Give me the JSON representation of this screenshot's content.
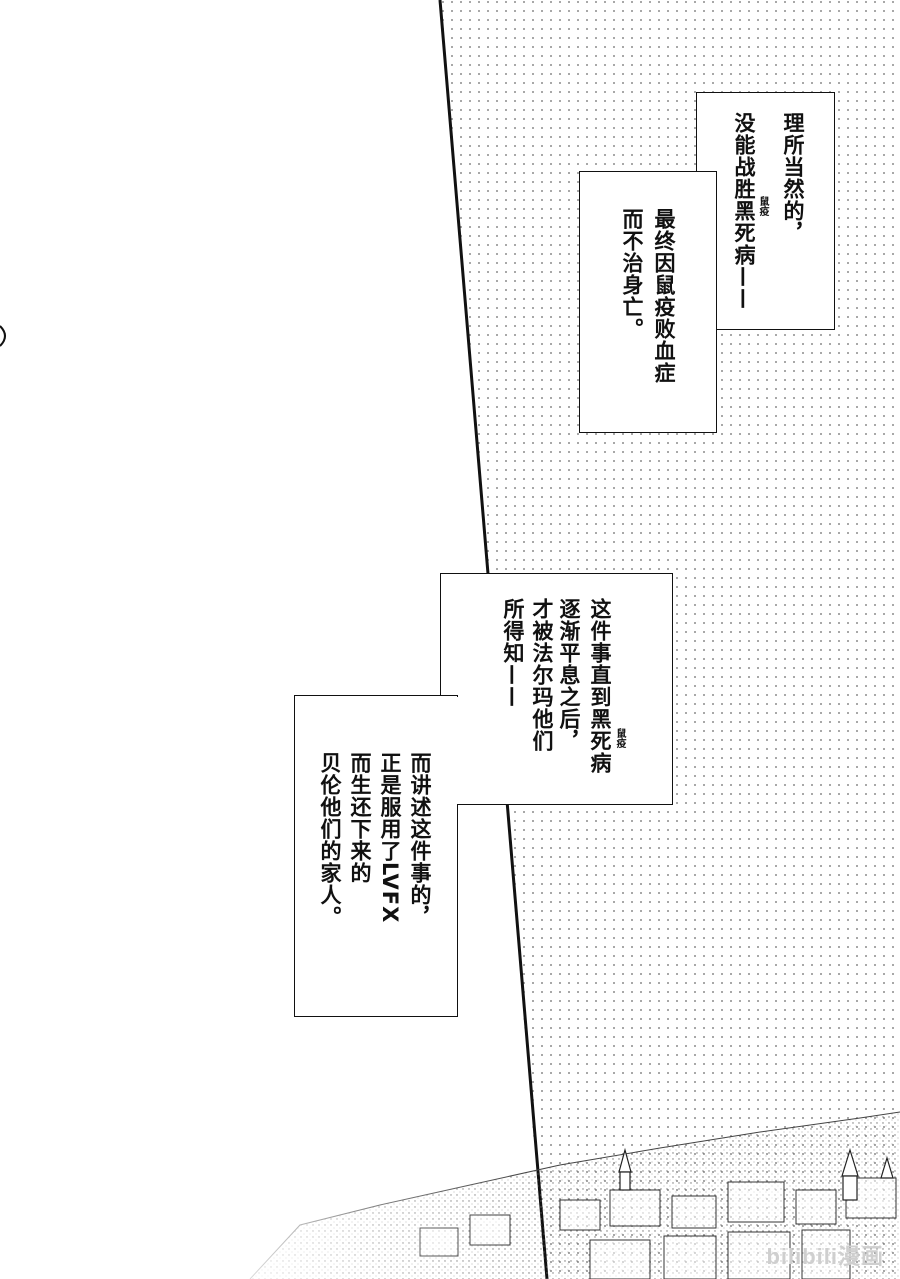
{
  "caption1": {
    "col1": "理所当然的，",
    "col2a": "没能战胜",
    "col2b": "黑死病",
    "col2_ruby": "鼠疫",
    "col2c": "——",
    "col3": "最终因鼠疫败血症",
    "col4": "而不治身亡。"
  },
  "caption2": {
    "col1a": "这件事直到",
    "col1b": "黑死病",
    "col1_ruby": "鼠疫",
    "col2": "逐渐平息之后，",
    "col3": "才被法尔玛他们",
    "col4": "所得知——"
  },
  "caption3": {
    "col1": "而讲述这件事的，",
    "col2": "正是服用了LVFX",
    "col3": "而生还下来的",
    "col4": "贝伦他们的家人。"
  },
  "watermark": "bilibili漫画",
  "colors": {
    "ink": "#111111",
    "paper": "#ffffff",
    "tone": "#9a9a9a"
  }
}
